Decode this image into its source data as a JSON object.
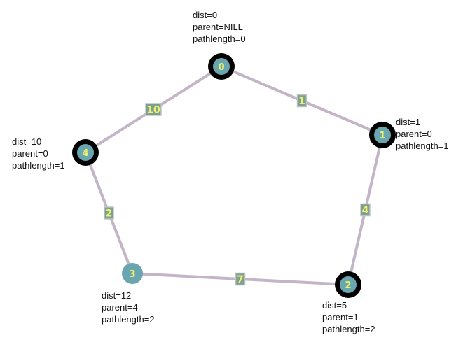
{
  "nodes": [
    {
      "label": "0",
      "visited": true,
      "info": [
        "dist=0",
        "parent=NILL",
        "pathlength=0"
      ]
    },
    {
      "label": "1",
      "visited": true,
      "info": [
        "dist=1",
        "parent=0",
        "pathlength=1"
      ]
    },
    {
      "label": "2",
      "visited": true,
      "info": [
        "dist=5",
        "parent=1",
        "pathlength=2"
      ]
    },
    {
      "label": "3",
      "visited": false,
      "info": [
        "dist=12",
        "parent=4",
        "pathlength=2"
      ]
    },
    {
      "label": "4",
      "visited": true,
      "info": [
        "dist=10",
        "parent=0",
        "pathlength=1"
      ]
    }
  ],
  "edges": [
    {
      "from": 0,
      "to": 1,
      "weight": "1"
    },
    {
      "from": 1,
      "to": 2,
      "weight": "4"
    },
    {
      "from": 2,
      "to": 3,
      "weight": "7"
    },
    {
      "from": 3,
      "to": 4,
      "weight": "2"
    },
    {
      "from": 4,
      "to": 0,
      "weight": "10"
    }
  ],
  "colors": {
    "edge": "#c4b4c8",
    "node_fill": "#6aa6b0",
    "visited_ring": "#000000",
    "label_text": "#eef36a",
    "weight_box": "#7f9e95"
  }
}
